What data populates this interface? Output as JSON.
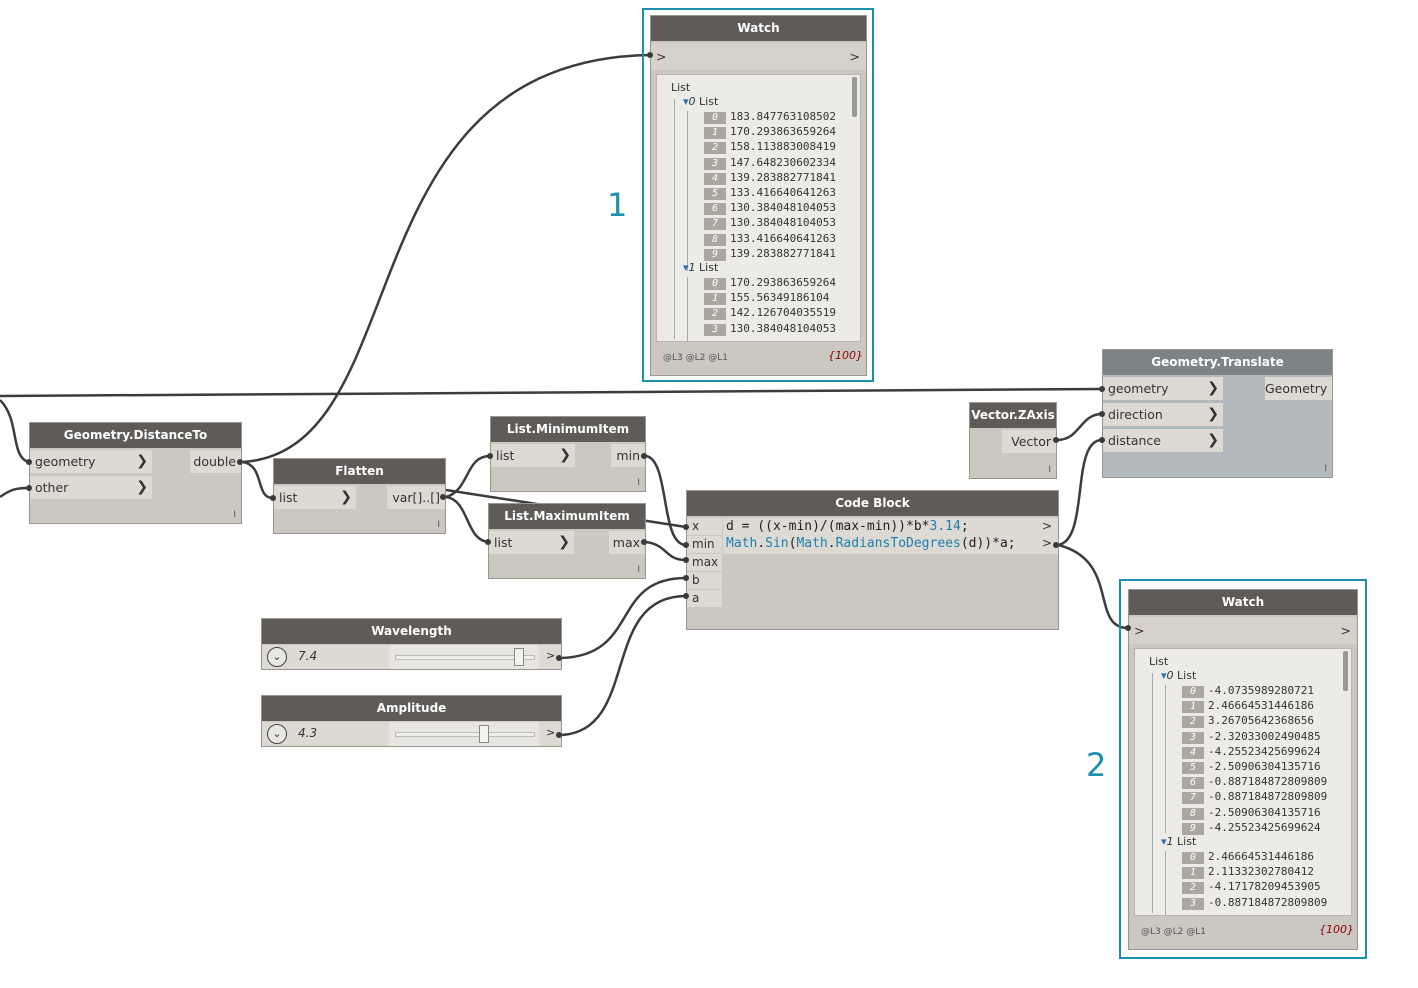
{
  "callouts": {
    "one": "1",
    "two": "2"
  },
  "watch1": {
    "title": "Watch",
    "in_port": ">",
    "out_port": ">",
    "root": "List",
    "group0": "List",
    "group0_idx": "0",
    "values0": [
      "183.847763108502",
      "170.293863659264",
      "158.113883008419",
      "147.648230602334",
      "139.283882771841",
      "133.416640641263",
      "130.384048104053",
      "130.384048104053",
      "133.416640641263",
      "139.283882771841"
    ],
    "group1": "List",
    "group1_idx": "1",
    "values1": [
      "170.293863659264",
      "155.56349186104",
      "142.126704035519",
      "130.384048104053"
    ],
    "lacing": "@L3 @L2 @L1",
    "count": "{100}"
  },
  "watch2": {
    "title": "Watch",
    "in_port": ">",
    "out_port": ">",
    "root": "List",
    "group0": "List",
    "group0_idx": "0",
    "values0": [
      "-4.0735989280721",
      "2.46664531446186",
      "3.26705642368656",
      "-2.32033002490485",
      "-4.25523425699624",
      "-2.50906304135716",
      "-0.887184872809809",
      "-0.887184872809809",
      "-2.50906304135716",
      "-4.25523425699624"
    ],
    "group1": "List",
    "group1_idx": "1",
    "values1": [
      "2.46664531446186",
      "2.11332302780412",
      "-4.17178209453905",
      "-0.887184872809809"
    ],
    "lacing": "@L3 @L2 @L1",
    "count": "{100}"
  },
  "distance_to": {
    "title": "Geometry.DistanceTo",
    "in1": "geometry",
    "in2": "other",
    "out": "double"
  },
  "flatten": {
    "title": "Flatten",
    "in": "list",
    "out": "var[]..[]"
  },
  "min_item": {
    "title": "List.MinimumItem",
    "in": "list",
    "out": "min"
  },
  "max_item": {
    "title": "List.MaximumItem",
    "in": "list",
    "out": "max"
  },
  "code_block": {
    "title": "Code Block",
    "inputs": [
      "x",
      "min",
      "max",
      "b",
      "a"
    ],
    "line1_a": "d = ((x-min)/(max-min))*b*",
    "line1_b": "3.14",
    "line1_c": ";",
    "line2_a": "Math",
    "line2_b": ".",
    "line2_c": "Sin",
    "line2_d": "(",
    "line2_e": "Math",
    "line2_f": ".",
    "line2_g": "RadiansToDegrees",
    "line2_h": "(d))*a;",
    "out": ">"
  },
  "zaxis": {
    "title": "Vector.ZAxis",
    "out": "Vector"
  },
  "translate": {
    "title": "Geometry.Translate",
    "in1": "geometry",
    "in2": "direction",
    "in3": "distance",
    "out": "Geometry"
  },
  "wavelength": {
    "title": "Wavelength",
    "value": "7.4",
    "slider_fraction": 0.93,
    "out": ">"
  },
  "amplitude": {
    "title": "Amplitude",
    "value": "4.3",
    "slider_fraction": 0.66,
    "out": ">"
  },
  "lacing_mark": "I",
  "chevron": "❯",
  "expand": "⌄",
  "tri": "▾"
}
